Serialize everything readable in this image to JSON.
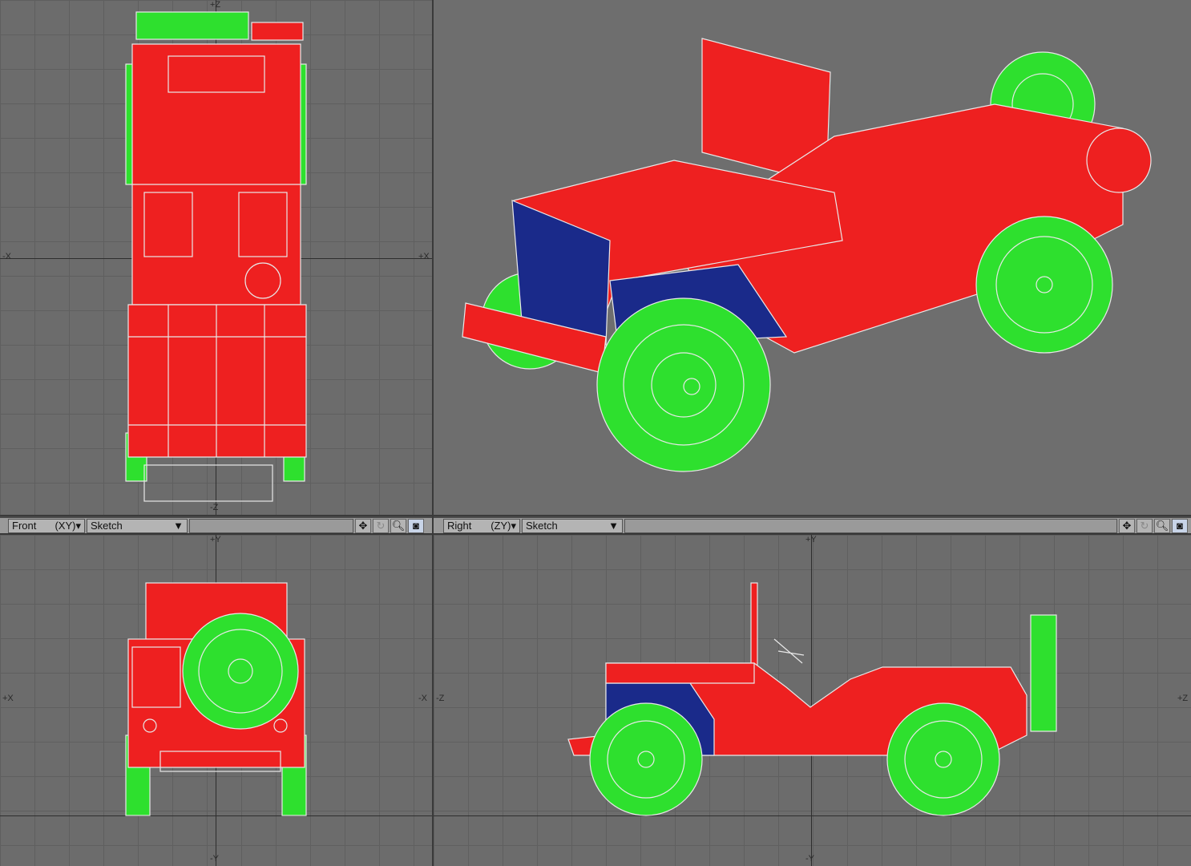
{
  "viewports": {
    "top": {
      "axes": {
        "up": "+Z",
        "down": "-Z",
        "left": "-X",
        "right": "+X"
      }
    },
    "perspective": {},
    "front": {
      "view": "Front",
      "axes_label": "(XY)",
      "mode": "Sketch",
      "axes": {
        "up": "+Y",
        "down": "-Y",
        "left": "+X",
        "right": "-X"
      }
    },
    "right": {
      "view": "Right",
      "axes_label": "(ZY)",
      "mode": "Sketch",
      "axes": {
        "up": "+Y",
        "down": "-Y",
        "left": "-Z",
        "right": "+Z"
      }
    }
  },
  "toolbar_icons": [
    "move-view-icon",
    "rotate-view-icon",
    "zoom-view-icon",
    "maximize-view-icon"
  ],
  "colors": {
    "body": "#ee2020",
    "wheels": "#2ee02e",
    "grille": "#1a2a8a",
    "wire": "#e8e8e8",
    "background": "#6c6c6c"
  }
}
